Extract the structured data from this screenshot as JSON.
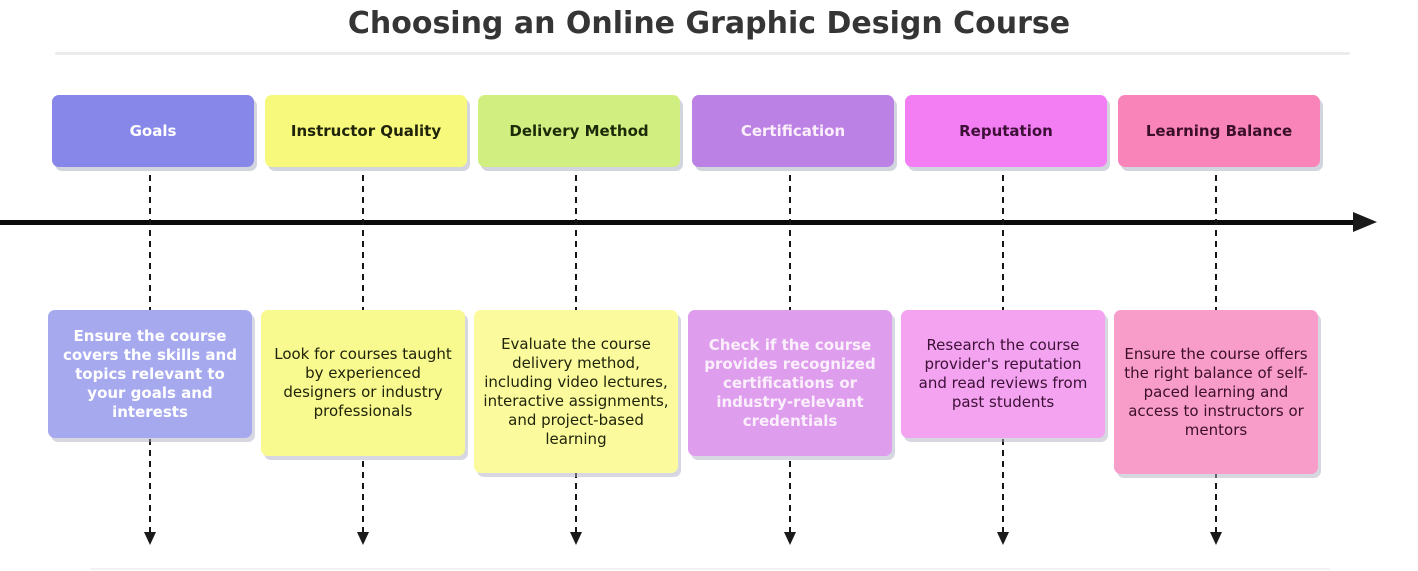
{
  "title": "Choosing an Online Graphic Design Course",
  "timeline": {
    "axis_color": "#0b0b0b",
    "connector_color": "#161616",
    "items": [
      {
        "label": "Goals",
        "description": "Ensure the course covers the skills and topics relevant to your goals and interests",
        "header_bg": "#8687e9",
        "header_text": "#ffffff",
        "desc_bg": "#a7a9ef",
        "desc_text": "#ffffff",
        "desc_weight": "bold"
      },
      {
        "label": "Instructor Quality",
        "description": "Look for courses taught by experienced designers or industry professionals",
        "header_bg": "#f6f97b",
        "header_text": "#20240a",
        "desc_bg": "#f8f98f",
        "desc_text": "#20240a",
        "desc_weight": "normal"
      },
      {
        "label": "Delivery Method",
        "description": "Evaluate the course delivery method, including video lectures, interactive assignments, and project-based learning",
        "header_bg": "#d0ef80",
        "header_text": "#1c2a08",
        "desc_bg": "#fbfb9e",
        "desc_text": "#20240a",
        "desc_weight": "normal"
      },
      {
        "label": "Certification",
        "description": "Check if the course provides recognized certifications or industry-relevant credentials",
        "header_bg": "#bc81e4",
        "header_text": "#fbeffb",
        "desc_bg": "#de9ded",
        "desc_text": "#fbeffb",
        "desc_weight": "bold"
      },
      {
        "label": "Reputation",
        "description": "Research the course provider's reputation and read reviews from past students",
        "header_bg": "#f37ef3",
        "header_text": "#3d1038",
        "desc_bg": "#f3a3ef",
        "desc_text": "#3d1038",
        "desc_weight": "normal"
      },
      {
        "label": "Learning Balance",
        "description": "Ensure the course offers the right balance of self-paced learning and access to instructors or mentors",
        "header_bg": "#f884b9",
        "header_text": "#3c0f28",
        "desc_bg": "#f89dc9",
        "desc_text": "#3c0f28",
        "desc_weight": "normal"
      }
    ]
  }
}
